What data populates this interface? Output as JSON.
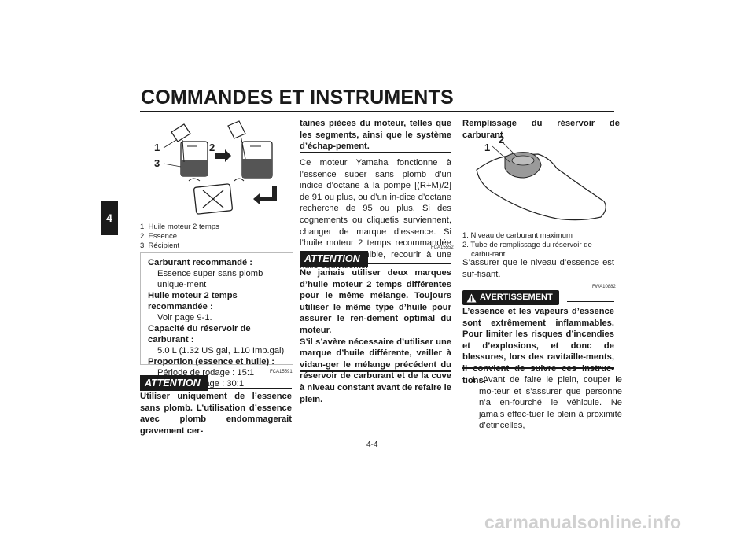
{
  "header": {
    "title": "COMMANDES ET INSTRUMENTS",
    "chapter_tab": "4"
  },
  "figure1": {
    "callouts": [
      "1",
      "2",
      "3"
    ],
    "captions": [
      "1. Huile moteur 2 temps",
      "2. Essence",
      "3. Récipient"
    ]
  },
  "spec": {
    "items": [
      {
        "label": "Carburant recommandé :",
        "value": "Essence super sans plomb unique-ment"
      },
      {
        "label": "Huile moteur 2 temps recommandée :",
        "value": "Voir page 9-1."
      },
      {
        "label": "Capacité du réservoir de carburant :",
        "value": "5.0 L (1.32 US gal, 1.10 Imp.gal)"
      },
      {
        "label": "Proportion (essence et huile) :",
        "value": "Période de rodage : 15:1"
      },
      {
        "label": "",
        "value": "Après le rodage : 30:1"
      }
    ]
  },
  "attention1": {
    "badge": "ATTENTION",
    "code": "FCA15591",
    "text": "Utiliser uniquement de l’essence sans plomb. L’utilisation d’essence avec plomb endommagerait gravement cer-"
  },
  "col2": {
    "continued": "taines pièces du moteur, telles que les segments, ainsi que le système d’échap-pement.",
    "paragraph": "Ce moteur Yamaha fonctionne à l’essence super sans plomb d’un indice d’octane à la pompe [(R+M)/2] de 91 ou plus, ou d’un in-dice d’octane recherche de 95 ou plus. Si des cognements ou cliquetis surviennent, changer de marque d’essence. Si l’huile moteur 2 temps recommandée n’est pas disponible, recourir à une huile équivalente.",
    "attention_badge": "ATTENTION",
    "attention_code": "FCA15552",
    "attention_text1": "Ne jamais utiliser deux marques d’huile moteur 2 temps différentes pour le même mélange. Toujours utiliser le même type d’huile pour assurer le ren-dement optimal du moteur.",
    "attention_text2": "S’il s’avère nécessaire d’utiliser une marque d’huile différente, veiller à vidan-ger le mélange précédent du réservoir de carburant et de la cuve à niveau constant avant de refaire le plein."
  },
  "col3": {
    "heading": "Remplissage du réservoir de carburant",
    "callouts": [
      "1",
      "2"
    ],
    "captions": [
      "1. Niveau de carburant maximum",
      "2. Tube de remplissage du réservoir de carbu-rant"
    ],
    "check_text": "S’assurer que le niveau d’essence est suf-fisant.",
    "warn_code": "FWA10882",
    "warn_badge": "AVERTISSEMENT",
    "warn_text": "L’essence et les vapeurs d’essence sont extrêmement inflammables. Pour limiter les risques d’incendies et d’explosions, et donc de blessures, lors des ravitaille-ments, il convient de suivre ces instruc-tions.",
    "step1": "1. Avant de faire le plein, couper le mo-teur et s’assurer que personne n’a en-fourché le véhicule. Ne jamais effec-tuer le plein à proximité d’étincelles,"
  },
  "footer": {
    "page_number": "4-4",
    "watermark": "carmanualsonline.info"
  }
}
